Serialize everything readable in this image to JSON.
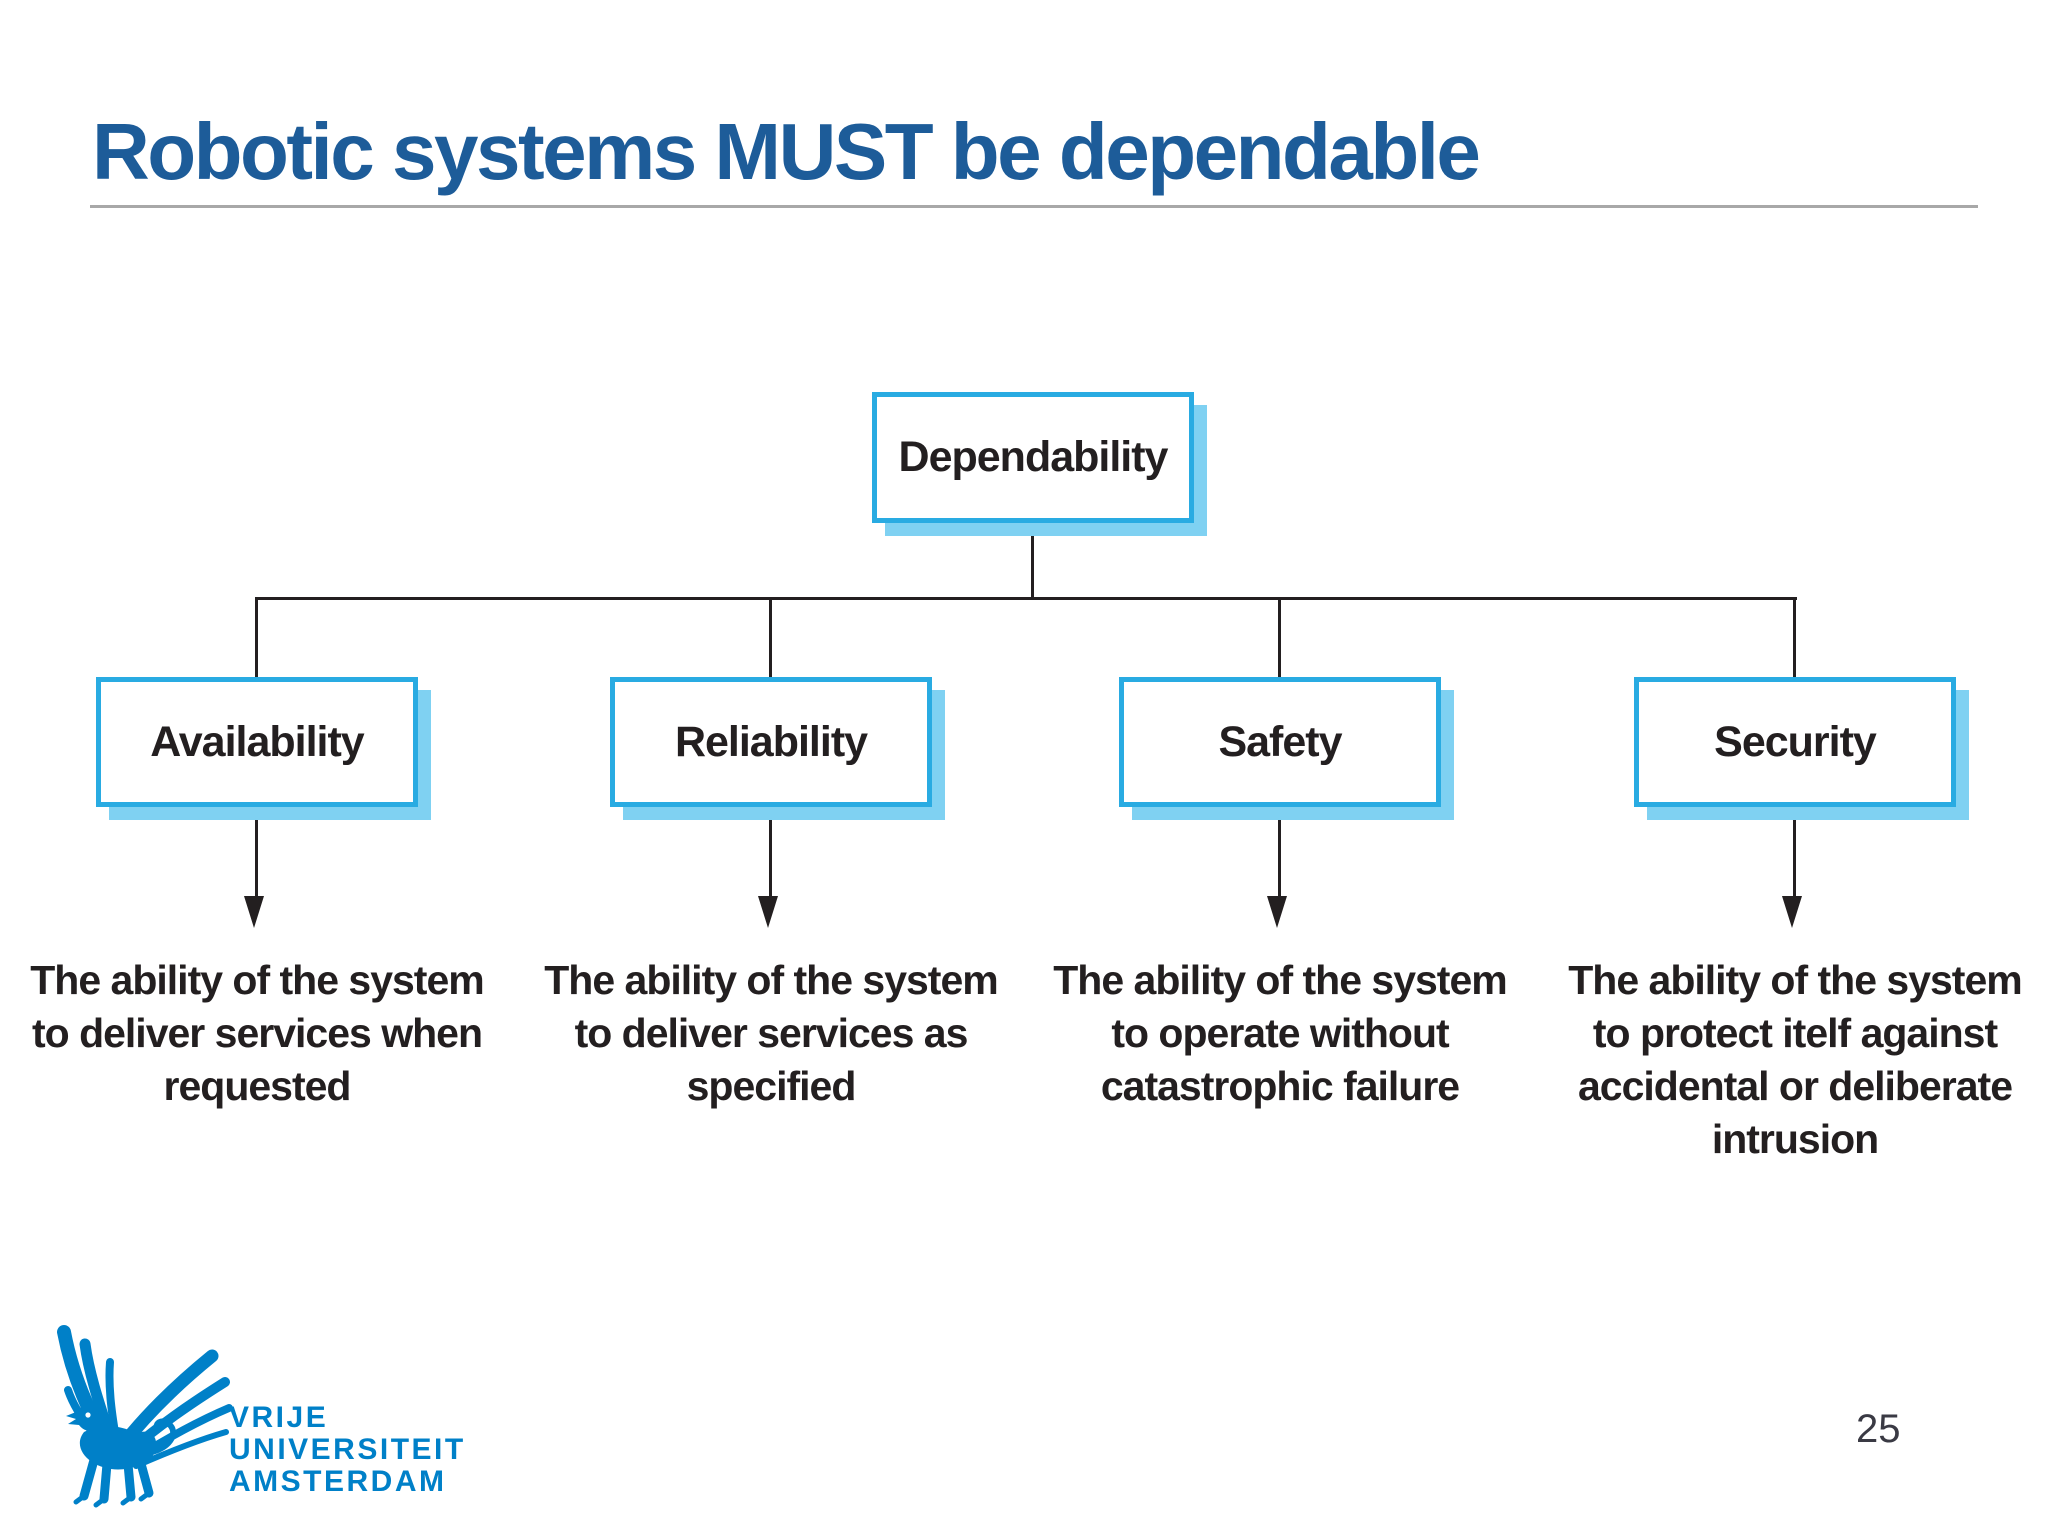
{
  "slide": {
    "title": "Robotic systems MUST be dependable",
    "title_color": "#1D5C99",
    "page_number": "25",
    "background_color": "#FFFFFF",
    "divider_color": "#A8A8A8"
  },
  "diagram": {
    "type": "tree",
    "colors": {
      "box_border": "#29ABE2",
      "box_shadow": "#7FD1F2",
      "connector": "#231F20",
      "text": "#231F20"
    },
    "root": {
      "label": "Dependability"
    },
    "children": [
      {
        "label": "Availability",
        "description": "The ability of the system to deliver services when requested",
        "lines": [
          "The ability of the system",
          "to deliver services when",
          "requested"
        ]
      },
      {
        "label": "Reliability",
        "description": "The ability of the system to deliver services as specified",
        "lines": [
          "The ability of the system",
          "to deliver services as",
          "specified"
        ]
      },
      {
        "label": "Safety",
        "description": "The ability of the system to operate without catastrophic failure",
        "lines": [
          "The ability of the system",
          "to operate without",
          "catastrophic failure"
        ]
      },
      {
        "label": "Security",
        "description": "The ability of the system to protect itelf against accidental or deliberate intrusion",
        "lines": [
          "The ability of the system",
          "to protect itelf against",
          "accidental or deliberate",
          "intrusion"
        ]
      }
    ]
  },
  "footer": {
    "logo": {
      "color": "#0080C8",
      "wordmark_lines": [
        "VRIJE",
        "UNIVERSITEIT",
        "AMSTERDAM"
      ]
    }
  }
}
